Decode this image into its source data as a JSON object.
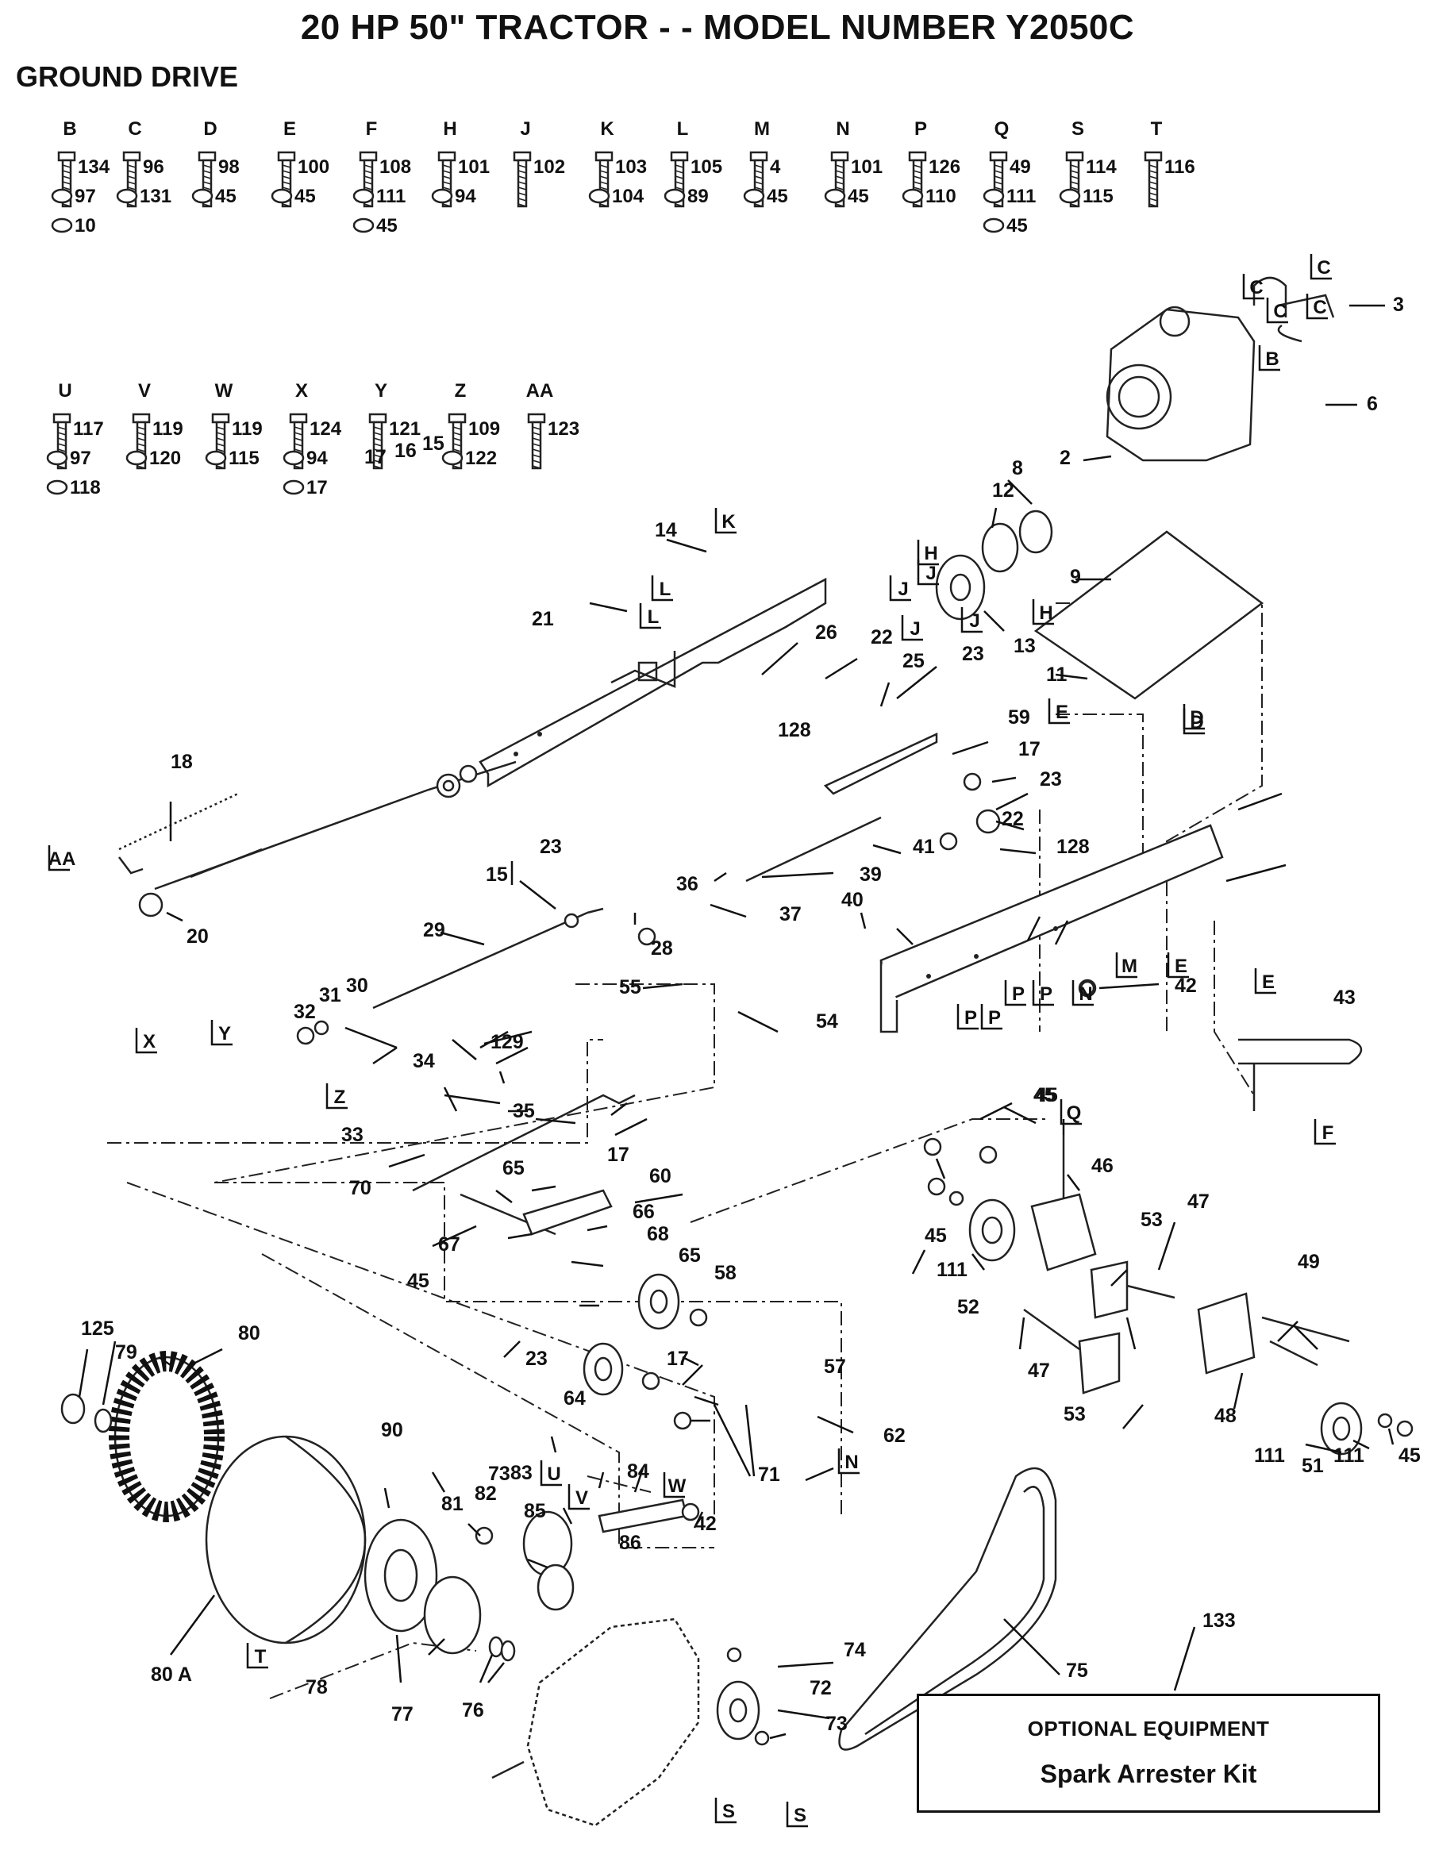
{
  "title": "20 HP 50\" TRACTOR - - MODEL NUMBER Y2050C",
  "section": "GROUND DRIVE",
  "hardware_row1": [
    {
      "letter": "B",
      "items": [
        "134",
        "97",
        "10"
      ]
    },
    {
      "letter": "C",
      "items": [
        "96",
        "131"
      ]
    },
    {
      "letter": "D",
      "items": [
        "98",
        "45"
      ]
    },
    {
      "letter": "E",
      "items": [
        "100",
        "45"
      ]
    },
    {
      "letter": "F",
      "items": [
        "108",
        "111",
        "45"
      ]
    },
    {
      "letter": "H",
      "items": [
        "101",
        "94"
      ]
    },
    {
      "letter": "J",
      "items": [
        "102"
      ]
    },
    {
      "letter": "K",
      "items": [
        "103",
        "104"
      ]
    },
    {
      "letter": "L",
      "items": [
        "105",
        "89"
      ]
    },
    {
      "letter": "M",
      "items": [
        "4",
        "45"
      ]
    },
    {
      "letter": "N",
      "items": [
        "101",
        "45"
      ]
    },
    {
      "letter": "P",
      "items": [
        "126",
        "110"
      ]
    },
    {
      "letter": "Q",
      "items": [
        "49",
        "111",
        "45"
      ]
    },
    {
      "letter": "S",
      "items": [
        "114",
        "115"
      ]
    },
    {
      "letter": "T",
      "items": [
        "116"
      ]
    }
  ],
  "hardware_row2": [
    {
      "letter": "U",
      "items": [
        "117",
        "97",
        "118"
      ]
    },
    {
      "letter": "V",
      "items": [
        "119",
        "120"
      ]
    },
    {
      "letter": "W",
      "items": [
        "119",
        "115"
      ]
    },
    {
      "letter": "X",
      "items": [
        "124",
        "94",
        "17"
      ]
    },
    {
      "letter": "Y",
      "items": [
        "121"
      ]
    },
    {
      "letter": "Z",
      "items": [
        "109",
        "122"
      ]
    },
    {
      "letter": "AA",
      "items": [
        "123"
      ]
    }
  ],
  "callouts": [
    "2",
    "3",
    "6",
    "8",
    "9",
    "11",
    "12",
    "13",
    "14",
    "15",
    "16",
    "17",
    "18",
    "20",
    "21",
    "22",
    "23",
    "25",
    "26",
    "28",
    "29",
    "30",
    "31",
    "32",
    "33",
    "34",
    "35",
    "36",
    "37",
    "39",
    "40",
    "41",
    "42",
    "43",
    "45",
    "46",
    "47",
    "48",
    "49",
    "51",
    "52",
    "53",
    "54",
    "55",
    "57",
    "58",
    "59",
    "60",
    "62",
    "64",
    "65",
    "66",
    "67",
    "68",
    "70",
    "71",
    "72",
    "73",
    "74",
    "75",
    "76",
    "77",
    "78",
    "79",
    "80",
    "80 A",
    "81",
    "82",
    "83",
    "84",
    "85",
    "86",
    "90",
    "111",
    "125",
    "128",
    "129",
    "133"
  ],
  "ref_letters": [
    "AA",
    "X",
    "Y",
    "Z",
    "C",
    "B",
    "H",
    "J",
    "K",
    "L",
    "E",
    "D",
    "M",
    "N",
    "P",
    "Q",
    "F",
    "T",
    "U",
    "V",
    "W",
    "S"
  ],
  "optional": {
    "heading": "OPTIONAL EQUIPMENT",
    "item": "Spark Arrester Kit"
  }
}
